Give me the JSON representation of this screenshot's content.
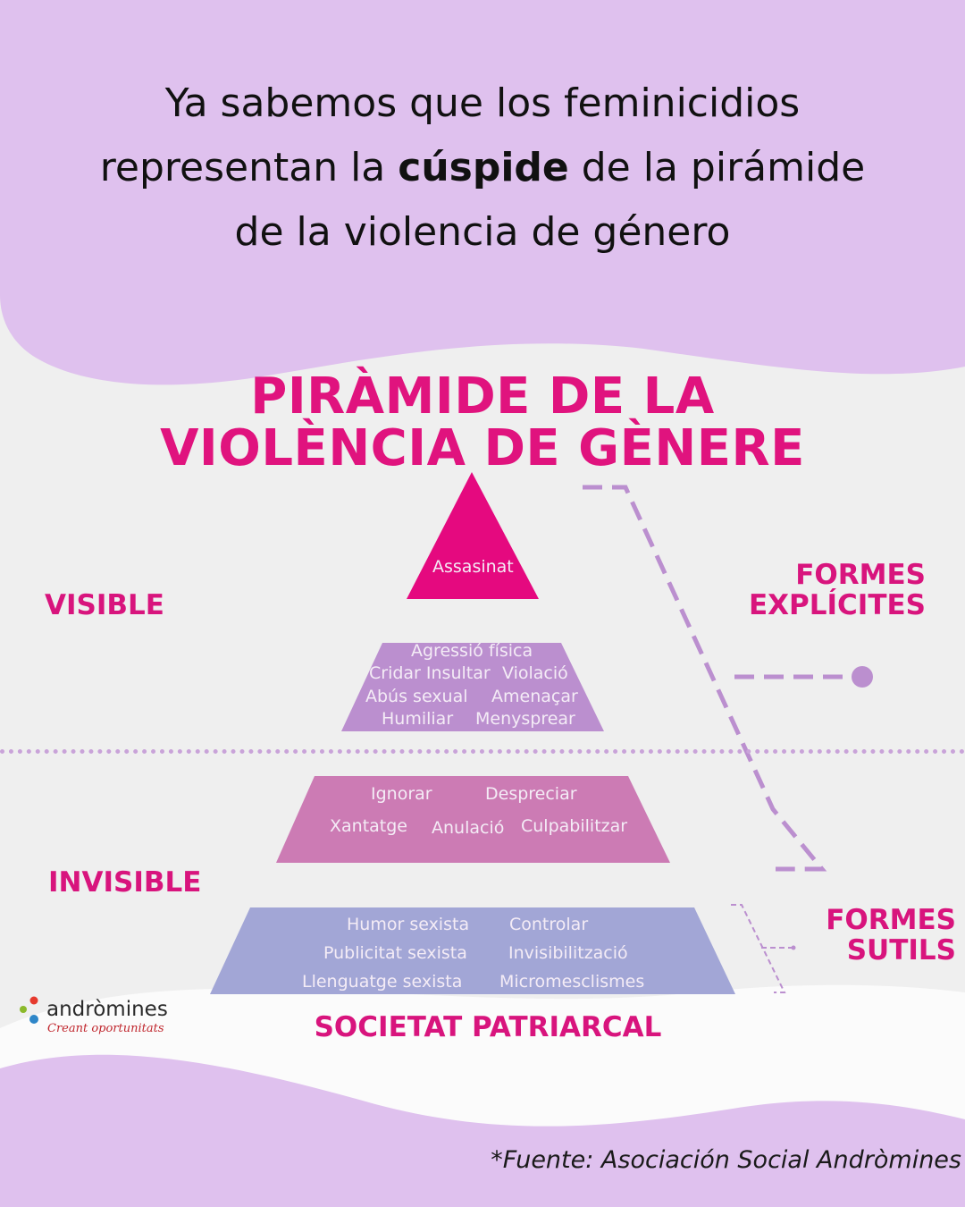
{
  "header": {
    "line1": "Ya sabemos que los feminicidios",
    "line2_pre": "representan la ",
    "line2_bold": "cúspide",
    "line2_post": " de la pirámide",
    "line3": "de la violencia de género"
  },
  "diagram": {
    "title_line1": "PIRÀMIDE DE LA",
    "title_line2": "VIOLÈNCIA DE GÈNERE",
    "left_labels": {
      "visible": "VISIBLE",
      "invisible": "INVISIBLE"
    },
    "right_labels": {
      "explicit_line1": "FORMES",
      "explicit_line2": "EXPLÍCITES",
      "subtle_line1": "FORMES",
      "subtle_line2": "SUTILS"
    },
    "base_label": "SOCIETAT PATRIARCAL",
    "tiers": {
      "top": {
        "items": [
          "Assasinat"
        ],
        "color": "#e5097f"
      },
      "second": {
        "items": [
          "Agressió física",
          "Cridar Insultar",
          "Violació",
          "Abús sexual",
          "Amenaçar",
          "Humiliar",
          "Menysprear"
        ],
        "color": "#bb8fcf"
      },
      "third": {
        "items": [
          "Ignorar",
          "Despreciar",
          "Xantatge",
          "Anulació",
          "Culpabilitzar"
        ],
        "color": "#cc7bb4"
      },
      "bottom": {
        "items": [
          "Humor sexista",
          "Controlar",
          "Publicitat sexista",
          "Invisibilització",
          "Llenguatge sexista",
          "Micromesclismes"
        ],
        "color": "#a2a6d6"
      }
    }
  },
  "logo": {
    "name": "andròmines",
    "tagline": "Creant oportunitats"
  },
  "source": "*Fuente: Asociación Social Andròmines",
  "colors": {
    "lavender": "#dfc1ee",
    "magenta": "#e0137e",
    "dashed": "#bb8fcf",
    "background": "#efefef"
  }
}
